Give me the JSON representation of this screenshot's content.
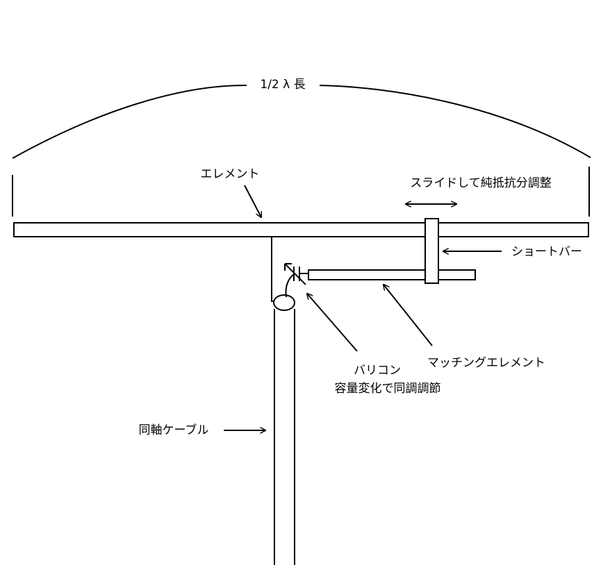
{
  "labels": {
    "half_wave": "1/2 λ 長",
    "element": "エレメント",
    "slide": "スライドして純抵抗分調整",
    "short_bar": "ショートバー",
    "matching_element": "マッチングエレメント",
    "varicon_line1": "バリコン",
    "varicon_line2": "容量変化で同調調節",
    "coax": "同軸ケーブル"
  },
  "colors": {
    "line": "#000000",
    "background": "#ffffff"
  }
}
